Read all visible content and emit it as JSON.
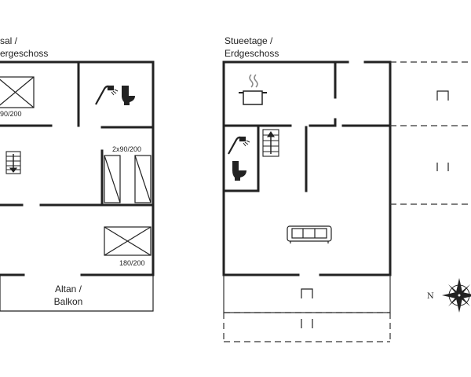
{
  "upper_floor": {
    "title_line1": "sal /",
    "title_line2": "ergeschoss",
    "bed_top_left_size": "90/200",
    "bed_right_size": "2x90/200",
    "bed_bottom_size": "180/200",
    "balcony_line1": "Altan /",
    "balcony_line2": "Balkon"
  },
  "ground_floor": {
    "title_line1": "Stueetage /",
    "title_line2": "Erdgeschoss"
  },
  "compass": {
    "north_label": "N"
  },
  "icons": [
    "bed-icon",
    "shower-icon",
    "toilet-icon",
    "stairs-down-icon",
    "stairs-up-icon",
    "stove-pot-icon",
    "sofa-icon",
    "compass-rose-icon",
    "door-icon"
  ]
}
